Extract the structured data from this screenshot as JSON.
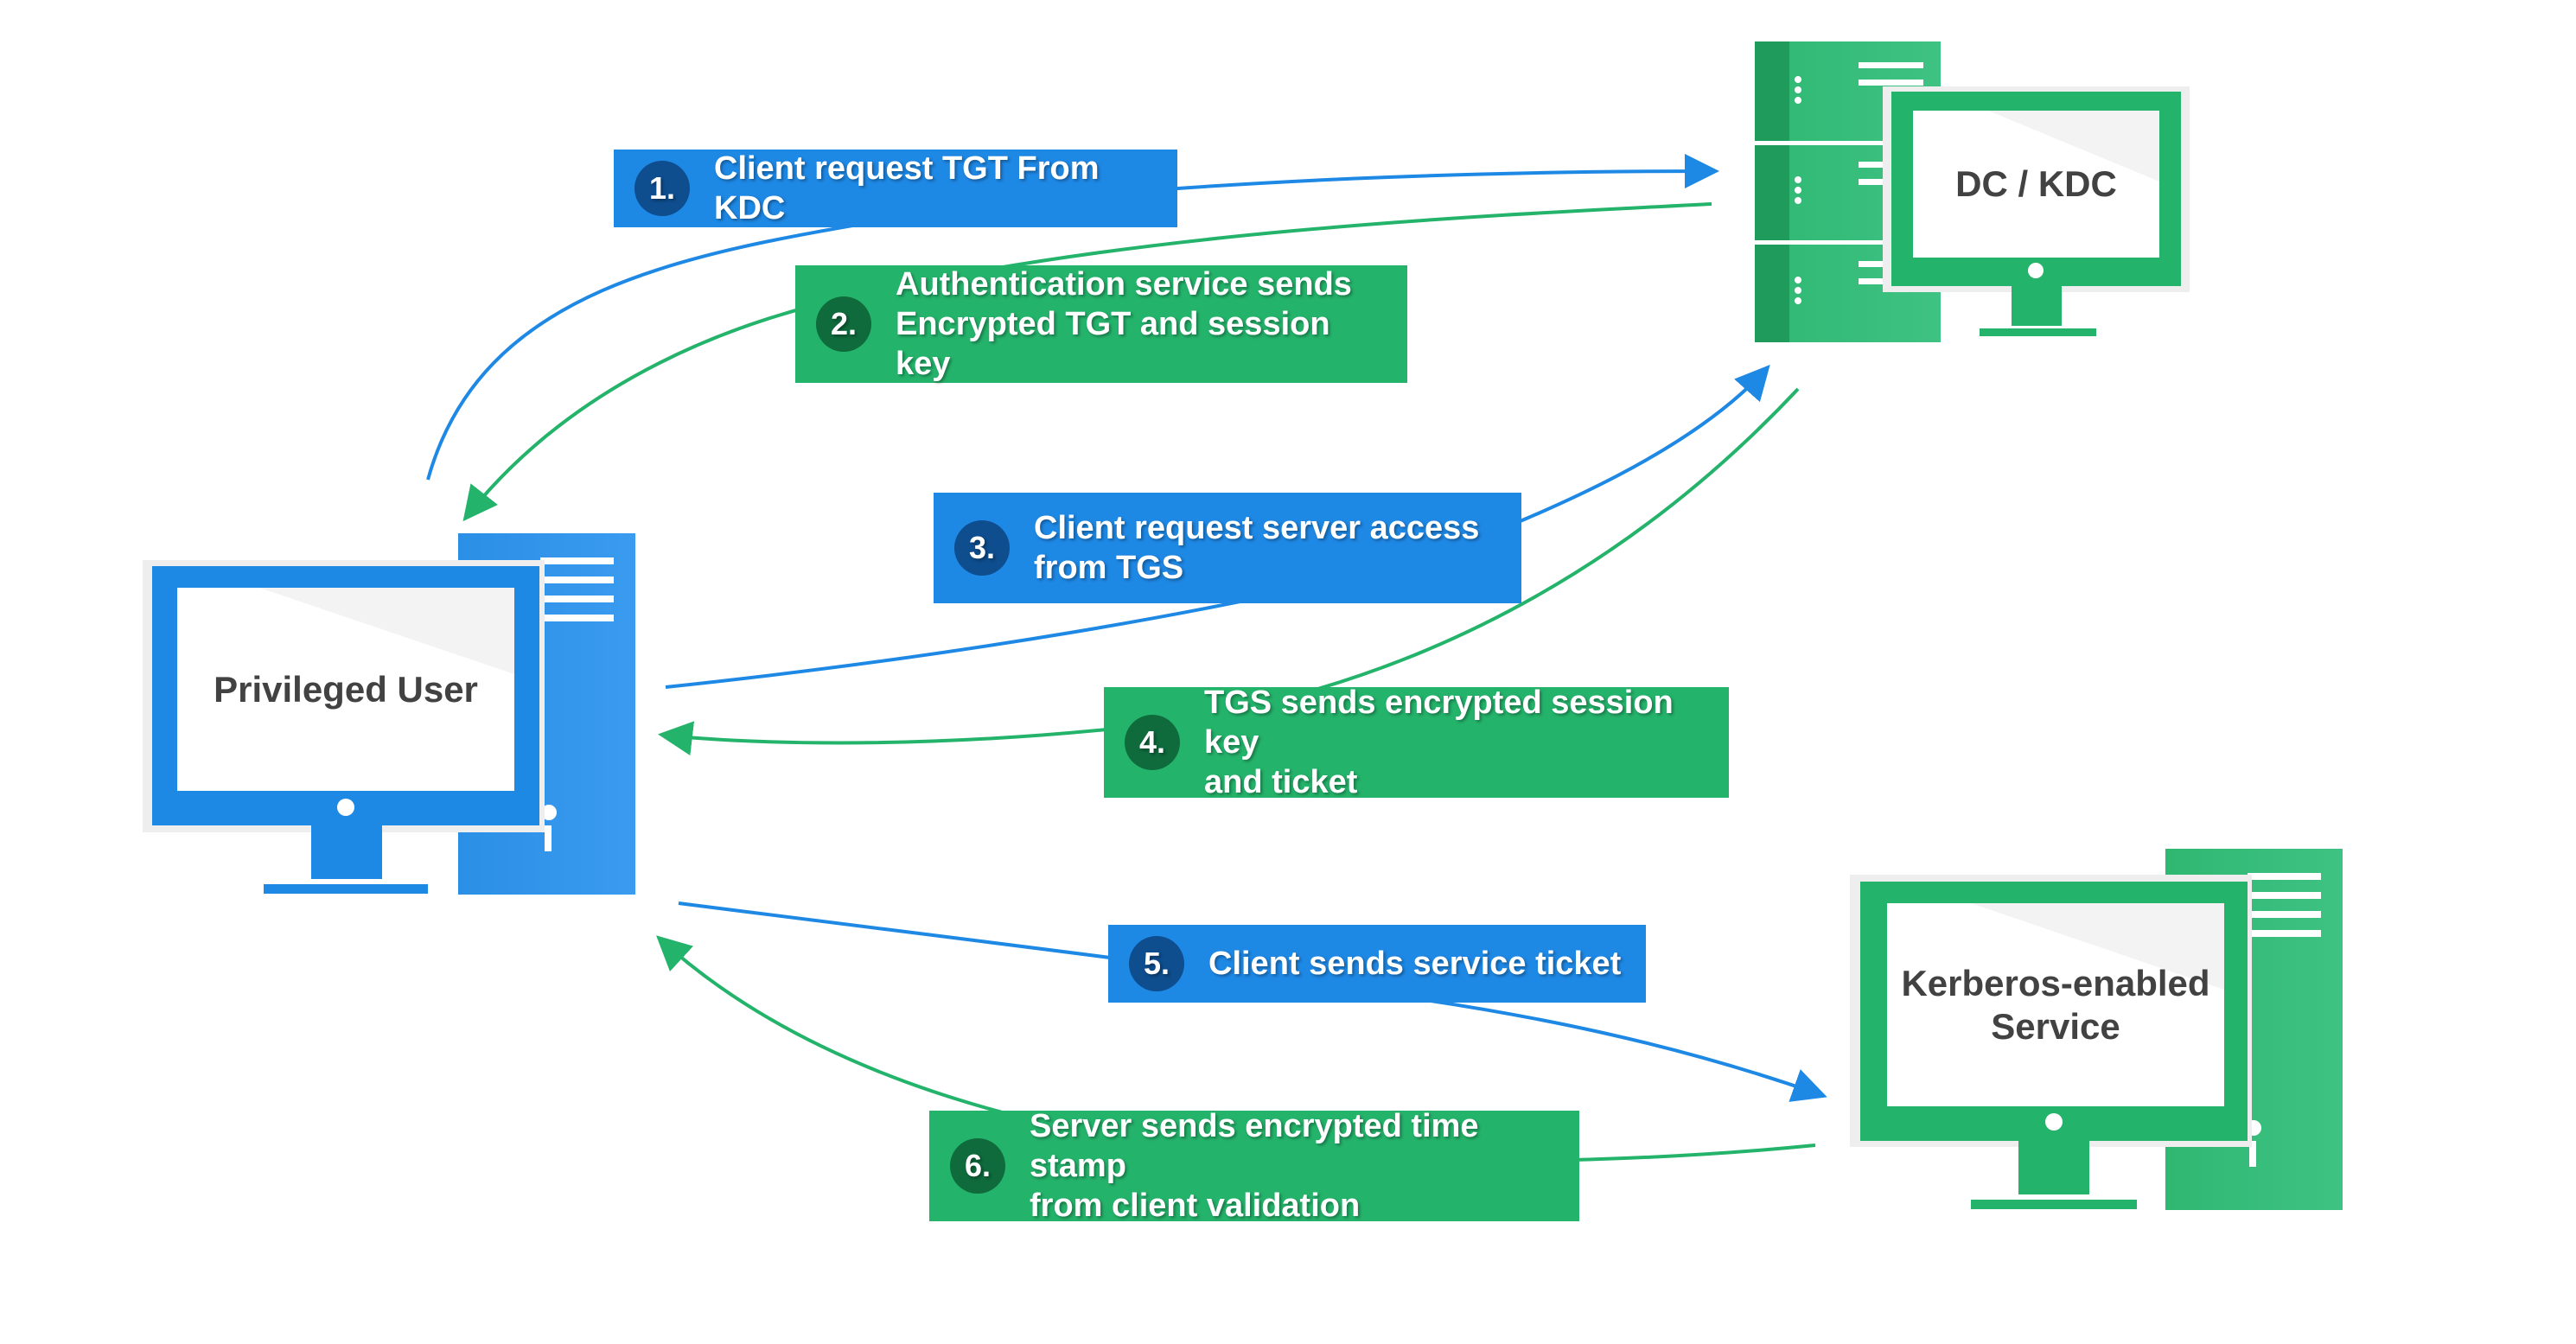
{
  "nodes": {
    "client": {
      "label": "Privileged User"
    },
    "kdc": {
      "label": "DC / KDC"
    },
    "service": {
      "label": "Kerberos-enabled\nService"
    }
  },
  "steps": [
    {
      "number": "1.",
      "text": "Client request TGT From KDC"
    },
    {
      "number": "2.",
      "text": "Authentication service sends\nEncrypted TGT and session key"
    },
    {
      "number": "3.",
      "text": "Client request server access\nfrom TGS"
    },
    {
      "number": "4.",
      "text": "TGS sends encrypted session key\nand ticket"
    },
    {
      "number": "5.",
      "text": "Client sends service ticket"
    },
    {
      "number": "6.",
      "text": "Server sends encrypted time stamp\nfrom client validation"
    }
  ],
  "colors": {
    "blue": "#1e88e5",
    "blue_dark": "#0e4d8e",
    "green": "#24b36b",
    "green_dark": "#0f6a3c"
  }
}
